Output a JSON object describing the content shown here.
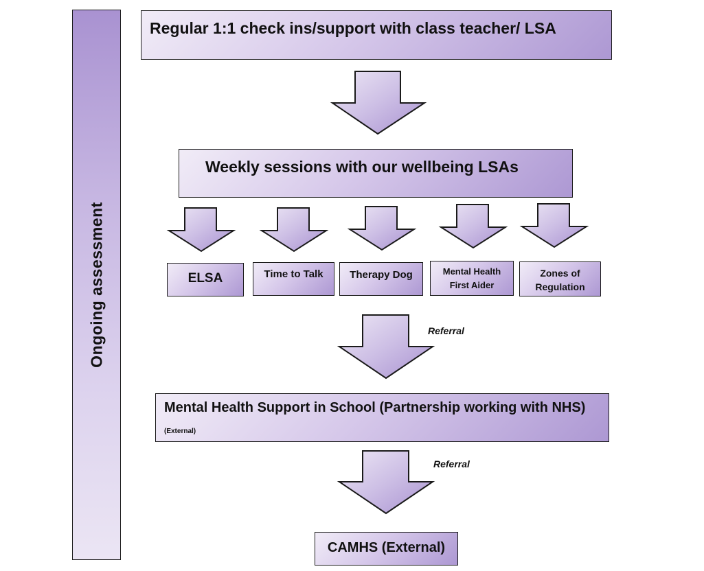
{
  "sidebar": {
    "label": "Ongoing assessment"
  },
  "steps": {
    "step1": "Regular 1:1 check ins/support with class teacher/ LSA",
    "step2": "Weekly sessions with our wellbeing LSAs",
    "step3_title": "Mental Health Support in School (Partnership working with NHS)",
    "step3_note": "(External)",
    "step4": "CAMHS (External)"
  },
  "options": {
    "elsa": "ELSA",
    "time_to_talk": "Time to Talk",
    "therapy_dog": "Therapy Dog",
    "mhfa_line1": "Mental Health",
    "mhfa_line2": "First Aider",
    "zones_line1": "Zones of",
    "zones_line2": "Regulation"
  },
  "referrals": {
    "first": "Referral",
    "second": "Referral"
  },
  "colors": {
    "gradient_light": "#f1ecf7",
    "gradient_dark": "#ad98d3",
    "border": "#1a1a1a"
  }
}
